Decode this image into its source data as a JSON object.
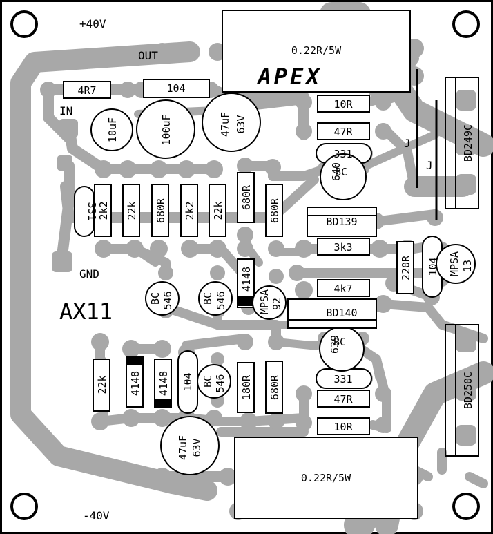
{
  "board": {
    "name": "AX11",
    "logo": "APEX",
    "labels": {
      "vpos": "+40V",
      "vneg": "-40V",
      "out": "OUT",
      "in": "IN",
      "gnd": "GND",
      "jumper1": "J",
      "jumper2": "J"
    }
  },
  "components": {
    "r_0r22_top": "0.22R/5W",
    "r_0r22_bottom": "0.22R/5W",
    "r_4r7": "4R7",
    "c_104_top": "104",
    "c_10uf": "10uF",
    "c_100uf": "100uF",
    "c_47uf_top_a": "47uF",
    "c_47uf_top_b": "63V",
    "r_10r_top": "10R",
    "r_47r_top": "47R",
    "c_331_top": "331",
    "q_bc640_a": "BC",
    "q_bc640_b": "640",
    "c_331_left": "331",
    "r_2k2_a": "2k2",
    "r_22k_a": "22k",
    "r_680r_a": "680R",
    "r_2k2_b": "2k2",
    "r_22k_b": "22k",
    "r_680r_b": "680R",
    "r_680r_c": "680R",
    "q_bd139": "BD139",
    "r_3k3": "3k3",
    "r_220r": "220R",
    "c_104_mid": "104",
    "q_mpsa13_a": "MPSA",
    "q_mpsa13_b": "13",
    "q_bc546_a_a": "BC",
    "q_bc546_a_b": "546",
    "q_bc546_b_a": "BC",
    "q_bc546_b_b": "546",
    "d_4148_top": "4148",
    "q_mpsa92_a": "MPSA",
    "q_mpsa92_b": "92",
    "r_4k7": "4k7",
    "q_bd140": "BD140",
    "q_bd249c": "BD249C",
    "q_bd250c": "BD250C",
    "q_bc639_a": "BC",
    "q_bc639_b": "639",
    "c_331_bottom": "331",
    "r_47r_bottom": "47R",
    "r_10r_bottom": "10R",
    "r_22k_c": "22k",
    "d_4148_a": "4148",
    "d_4148_b": "4148",
    "c_104_bottom": "104",
    "q_bc546_c_a": "BC",
    "q_bc546_c_b": "546",
    "r_180r": "180R",
    "r_680r_d": "680R",
    "c_47uf_bottom_a": "47uF",
    "c_47uf_bottom_b": "63V"
  },
  "colors": {
    "copper": "#a8a8a8",
    "silkscreen": "#000000",
    "board": "#ffffff"
  }
}
